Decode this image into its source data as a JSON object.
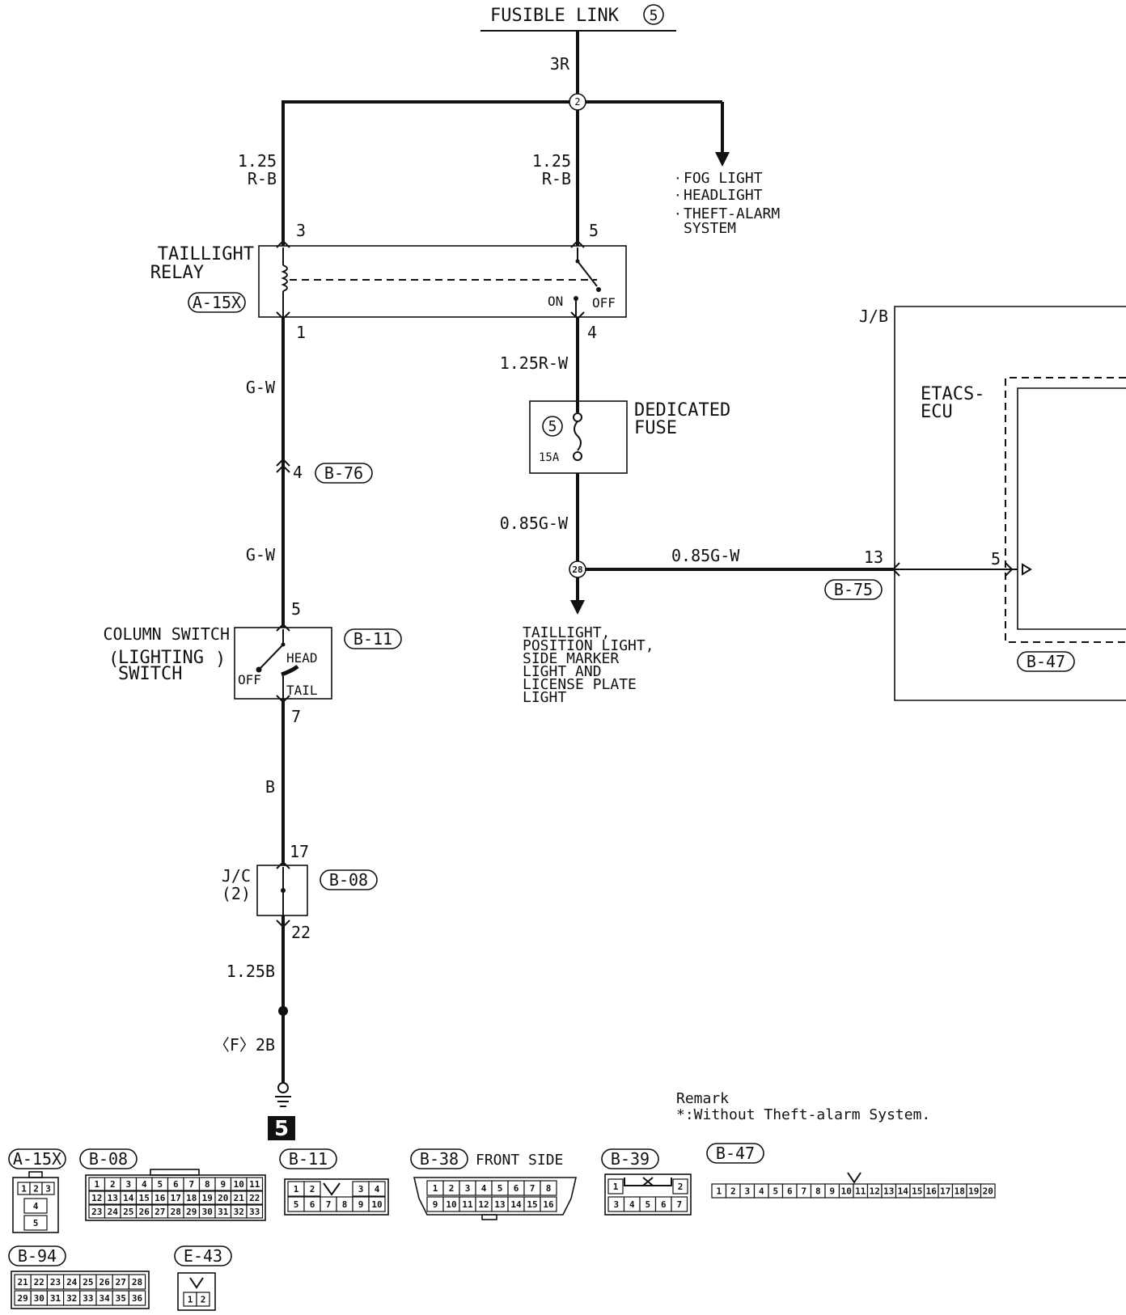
{
  "source": {
    "label": "FUSIBLE LINK",
    "number": "5"
  },
  "wires": {
    "main": "3R",
    "left_gauge": "1.25",
    "left_color": "R-B",
    "right_gauge": "1.25",
    "right_color": "R-B",
    "relay_out": "G-W",
    "relay_out2": "G-W",
    "fuse_in": "1.25R-W",
    "fuse_out": "0.85G-W",
    "to_jb": "0.85G-W",
    "sw_out": "B",
    "gnd1": "1.25B",
    "gnd2": "〈F〉2B"
  },
  "junctions": {
    "j1": "2",
    "j2": "28"
  },
  "branch": {
    "items": [
      "FOG LIGHT",
      "HEADLIGHT",
      "THEFT-ALARM",
      "SYSTEM"
    ]
  },
  "relay": {
    "name_line1": "TAILLIGHT",
    "name_line2": "RELAY",
    "connector": "A-15X",
    "pin_a": "3",
    "pin_b": "5",
    "pin_c": "1",
    "pin_d": "4",
    "on": "ON",
    "off": "OFF"
  },
  "connectors": {
    "b76": "B-76",
    "b76_pin": "4",
    "b75": "B-75",
    "b75_pin": "13"
  },
  "fuse": {
    "line1": "DEDICATED",
    "line2": "FUSE",
    "number": "5",
    "rating": "15A"
  },
  "load": {
    "lines": [
      "TAILLIGHT,",
      "POSITION LIGHT,",
      "SIDE MARKER",
      "LIGHT AND",
      "LICENSE PLATE",
      "LIGHT"
    ]
  },
  "jb": {
    "label": "J/B",
    "ecu_line1": "ETACS-",
    "ecu_line2": "ECU",
    "pin": "5",
    "connector": "B-47"
  },
  "switch": {
    "line1": "COLUMN SWITCH",
    "line2": "LIGHTING",
    "line3": "SWITCH",
    "connector": "B-11",
    "pin_in": "5",
    "pin_out": "7",
    "head": "HEAD",
    "off": "OFF",
    "tail": "TAIL"
  },
  "jc": {
    "line1": "J/C",
    "line2": "(2)",
    "connector": "B-08",
    "pin_in": "17",
    "pin_out": "22"
  },
  "ground": {
    "number": "5"
  },
  "remark": {
    "title": "Remark",
    "text": "*:Without Theft-alarm System."
  },
  "legend": {
    "a15x": {
      "label": "A-15X",
      "pins": [
        "1",
        "2",
        "3",
        "4",
        "5"
      ]
    },
    "b08": {
      "label": "B-08",
      "pins": [
        "1",
        "2",
        "3",
        "4",
        "5",
        "6",
        "7",
        "8",
        "9",
        "10",
        "11",
        "12",
        "13",
        "14",
        "15",
        "16",
        "17",
        "18",
        "19",
        "20",
        "21",
        "22",
        "23",
        "24",
        "25",
        "26",
        "27",
        "28",
        "29",
        "30",
        "31",
        "32",
        "33"
      ]
    },
    "b11": {
      "label": "B-11",
      "pins": [
        "1",
        "2",
        "3",
        "4",
        "5",
        "6",
        "7",
        "8",
        "9",
        "10"
      ]
    },
    "b38": {
      "label": "B-38",
      "note": "FRONT SIDE",
      "pins": [
        "1",
        "2",
        "3",
        "4",
        "5",
        "6",
        "7",
        "8",
        "9",
        "10",
        "11",
        "12",
        "13",
        "14",
        "15",
        "16"
      ]
    },
    "b39": {
      "label": "B-39",
      "pins": [
        "1",
        "2",
        "3",
        "4",
        "5",
        "6",
        "7"
      ]
    },
    "b47": {
      "label": "B-47",
      "pins": [
        "1",
        "2",
        "3",
        "4",
        "5",
        "6",
        "7",
        "8",
        "9",
        "10",
        "11",
        "12",
        "13",
        "14",
        "15",
        "16",
        "17",
        "18",
        "19",
        "20"
      ]
    },
    "b94": {
      "label": "B-94",
      "pins": [
        "21",
        "22",
        "23",
        "24",
        "25",
        "26",
        "27",
        "28",
        "29",
        "30",
        "31",
        "32",
        "33",
        "34",
        "35",
        "36"
      ]
    },
    "e43": {
      "label": "E-43",
      "pins": [
        "1",
        "2"
      ]
    }
  }
}
